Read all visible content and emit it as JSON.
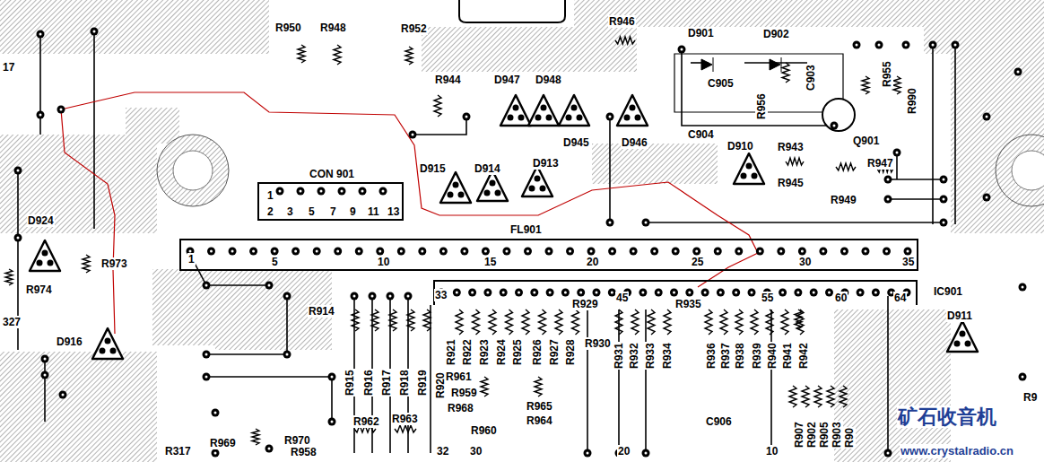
{
  "diagram": {
    "nodes": [
      {
        "text": [
          "CON 901",
          "1",
          "2",
          "3",
          "5",
          "7",
          "9",
          "11",
          "13"
        ]
      },
      {
        "text": [
          "FL901",
          "1",
          "5",
          "10",
          "15",
          "20",
          "25",
          "30",
          "35"
        ]
      }
    ],
    "labels": [
      "17",
      "R950",
      "R948",
      "R952",
      "R946",
      "D901",
      "D902",
      "C903",
      "R955",
      "R990",
      "R944",
      "D947",
      "D948",
      "C905",
      "R956",
      "D945",
      "D946",
      "C904",
      "Q901",
      "D910",
      "R943",
      "R947",
      "R945",
      "R949",
      "D915",
      "D914",
      "D913",
      "D924",
      "R973",
      "R974",
      "D916",
      "327",
      "R914",
      "R915",
      "R916",
      "R917",
      "R918",
      "R919",
      "R920",
      "R921",
      "R922",
      "R923",
      "R924",
      "R925",
      "R926",
      "R927",
      "R928",
      "R929",
      "R930",
      "R935",
      "R931",
      "R932",
      "R933",
      "R934",
      "R936",
      "R937",
      "R938",
      "R939",
      "R940",
      "R941",
      "R942",
      "R961",
      "R959",
      "R968",
      "R965",
      "R964",
      "R960",
      "R962",
      "R963",
      "R969",
      "R970",
      "R958",
      "R317",
      "C906",
      "R907",
      "R902",
      "R905",
      "R903",
      "R90",
      "R9",
      "IC901",
      "D911",
      "33",
      "45",
      "55",
      "60",
      "64",
      "32",
      "30",
      "20",
      "10",
      "矿石收音机",
      "www.crystalradio.cn"
    ]
  }
}
